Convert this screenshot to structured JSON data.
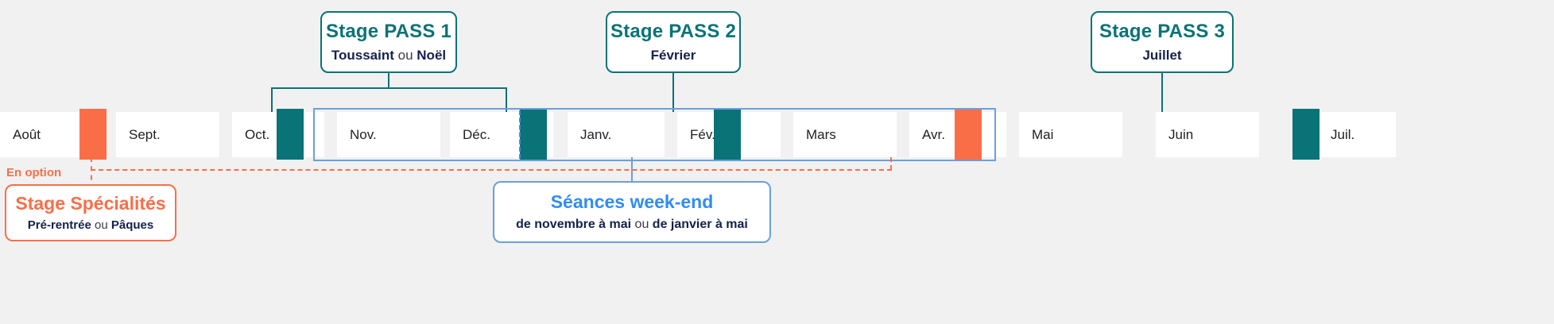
{
  "colors": {
    "background": "#f1f1f1",
    "teal": "#0a7378",
    "orange": "#fa6e47",
    "blue": "#6b9fdc",
    "blue_text": "#2f8df5",
    "navy": "#14214b",
    "cell": "#ffffff"
  },
  "top_boxes": [
    {
      "title": "Stage PASS 1",
      "sub_a": "Toussaint",
      "sub_join": "ou",
      "sub_b": "Noël"
    },
    {
      "title": "Stage PASS 2",
      "sub_a": "Février",
      "sub_join": "",
      "sub_b": ""
    },
    {
      "title": "Stage PASS 3",
      "sub_a": "Juillet",
      "sub_join": "",
      "sub_b": ""
    }
  ],
  "timeline": {
    "months": [
      {
        "label": "Août",
        "marker": "orange"
      },
      {
        "label": "Sept.",
        "marker": "none"
      },
      {
        "label": "Oct.",
        "marker": "teal"
      },
      {
        "label": "Nov.",
        "marker": "none"
      },
      {
        "label": "Déc.",
        "marker": "teal"
      },
      {
        "label": "Janv.",
        "marker": "none"
      },
      {
        "label": "Fév.",
        "marker": "teal"
      },
      {
        "label": "Mars",
        "marker": "none"
      },
      {
        "label": "Avr.",
        "marker": "orange"
      },
      {
        "label": "Mai",
        "marker": "none"
      },
      {
        "label": "Juin",
        "marker": "none"
      },
      {
        "label": "Juil.",
        "marker": "teal_left"
      }
    ]
  },
  "option": {
    "label": "En option",
    "box": {
      "title": "Stage Spécialités",
      "sub_a": "Pré-rentrée",
      "sub_join": "ou",
      "sub_b": "Pâques"
    }
  },
  "weekend": {
    "title": "Séances week-end",
    "sub_a": "de novembre à mai",
    "sub_join": "ou",
    "sub_b": "de janvier à mai"
  }
}
